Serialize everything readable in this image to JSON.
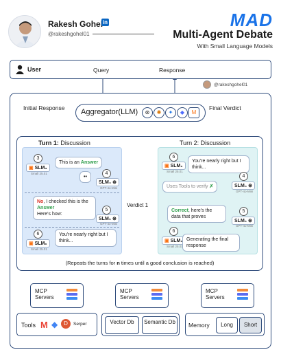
{
  "author": {
    "name": "Rakesh Gohel",
    "linkedin_badge": "in",
    "handle": "@rakeshgohel01"
  },
  "brand": {
    "logo": "MAD",
    "title": "Multi-Agent Debate",
    "subtitle": "With Small Language Models",
    "accent": "#1a73e8"
  },
  "user": {
    "label": "User",
    "query": "Query",
    "response": "Response",
    "watermark": "@rakeshgohel01"
  },
  "aggregator": {
    "label": "Aggregator(LLM)",
    "initial_response": "Initial Response",
    "final_verdict": "Final Verdict"
  },
  "turn1": {
    "title_bold": "Turn 1:",
    "title_rest": " Discussion",
    "agent3": {
      "num": "3",
      "model": "SLM₃",
      "note": "Small 25.01"
    },
    "msg1_pre": "This is an ",
    "msg1_hl": "Answer",
    "dots": "••",
    "agent4": {
      "num": "4",
      "model": "SLM₄",
      "note": "GPT-4o-Mini"
    },
    "msg2_no": "No",
    "msg2_text": ", I checked this is the ",
    "msg2_hl": "Answer",
    "msg2_tail": "Here's how:",
    "agent5": {
      "num": "5",
      "model": "SLM₅",
      "note": "GPT-4o-Mini"
    },
    "msg3": "You're nearly right but I think...",
    "agent6": {
      "num": "6",
      "model": "SLM₆",
      "note": "Small 25.01"
    }
  },
  "verdict": "Verdict 1",
  "turn2": {
    "title": "Turn 2: Discussion",
    "agent6a": {
      "num": "6",
      "model": "SLM₆",
      "note": "Small 25.01"
    },
    "msg1": "You're nearly right but I think...",
    "msg2": "Uses Tools to verify",
    "agent4": {
      "num": "4",
      "model": "SLM₄",
      "note": "GPT-4o-Mini"
    },
    "msg3_hl": "Correct",
    "msg3_text": ", here's the data that proves",
    "agent5": {
      "num": "5",
      "model": "SLM₅",
      "note": "GPT-4o-Mini"
    },
    "msg4": "Generating the final response",
    "agent6b": {
      "num": "6",
      "model": "SLM₆",
      "note": "Small 25.01"
    }
  },
  "repeat": {
    "pre": "(Repeats the turns for ",
    "n": "n",
    "post": " times until a good conclusion is reached)"
  },
  "mcp": [
    {
      "label": "MCP Servers"
    },
    {
      "label": "MCP Servers"
    },
    {
      "label": "MCP Servers"
    }
  ],
  "tools": {
    "label": "Tools",
    "items": [
      "M",
      "◆",
      "D",
      "Serper"
    ]
  },
  "db": {
    "vector": "Vector Db",
    "semantic": "Semantic Db"
  },
  "memory": {
    "label": "Memory",
    "long": "Long",
    "short": "Short"
  },
  "colors": {
    "navy": "#2d4a7a",
    "turn1_bg": "#dbe9fa",
    "turn2_bg": "#dff3f4",
    "highlight_green": "#2e9d4a",
    "highlight_red": "#d93025",
    "stack": [
      "#f28c3c",
      "#5b6cf0",
      "#3c8df2"
    ]
  }
}
